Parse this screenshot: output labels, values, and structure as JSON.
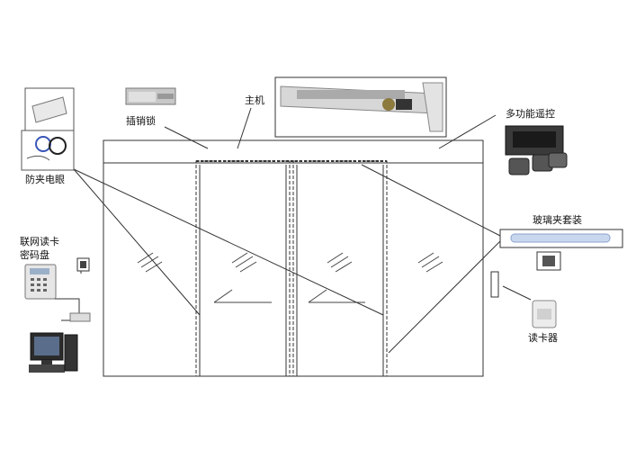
{
  "labels": {
    "bolt_lock": "插销锁",
    "main_unit": "主机",
    "remote": "多功能遥控",
    "safety_eye": "防夹电眼",
    "glass_clamp": "玻璃夹套装",
    "network_reader_line1": "联网读卡",
    "network_reader_line2": "密码盘",
    "card_reader": "读卡器"
  },
  "colors": {
    "line": "#333333",
    "panel_fill": "#ffffff",
    "glass_hatch": "#444444",
    "track": "#b8b8b8",
    "device_body": "#e8e8e8",
    "device_dark": "#2b2b2b",
    "clamp_bar": "#c9d7ee"
  }
}
